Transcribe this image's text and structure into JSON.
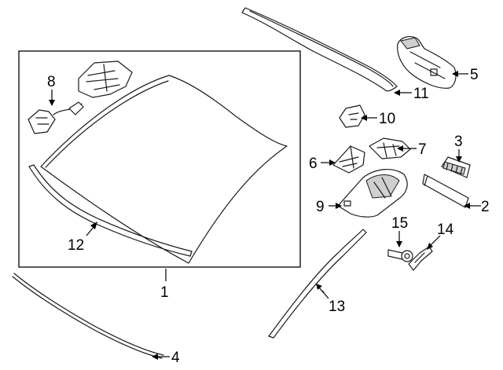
{
  "callouts": [
    {
      "id": "1",
      "label": "1",
      "part": "windshield-assembly"
    },
    {
      "id": "2",
      "label": "2",
      "part": "trim-strip"
    },
    {
      "id": "3",
      "label": "3",
      "part": "sensor-clip"
    },
    {
      "id": "4",
      "label": "4",
      "part": "lower-seal"
    },
    {
      "id": "5",
      "label": "5",
      "part": "rearview-mirror"
    },
    {
      "id": "6",
      "label": "6",
      "part": "mounting-bracket"
    },
    {
      "id": "7",
      "label": "7",
      "part": "retainer-bracket"
    },
    {
      "id": "8",
      "label": "8",
      "part": "sensor-bracket"
    },
    {
      "id": "9",
      "label": "9",
      "part": "mirror-cover"
    },
    {
      "id": "10",
      "label": "10",
      "part": "clip"
    },
    {
      "id": "11",
      "label": "11",
      "part": "upper-molding"
    },
    {
      "id": "12",
      "label": "12",
      "part": "reveal-molding"
    },
    {
      "id": "13",
      "label": "13",
      "part": "side-molding"
    },
    {
      "id": "14",
      "label": "14",
      "part": "spring-clip"
    },
    {
      "id": "15",
      "label": "15",
      "part": "retainer-pin"
    }
  ]
}
